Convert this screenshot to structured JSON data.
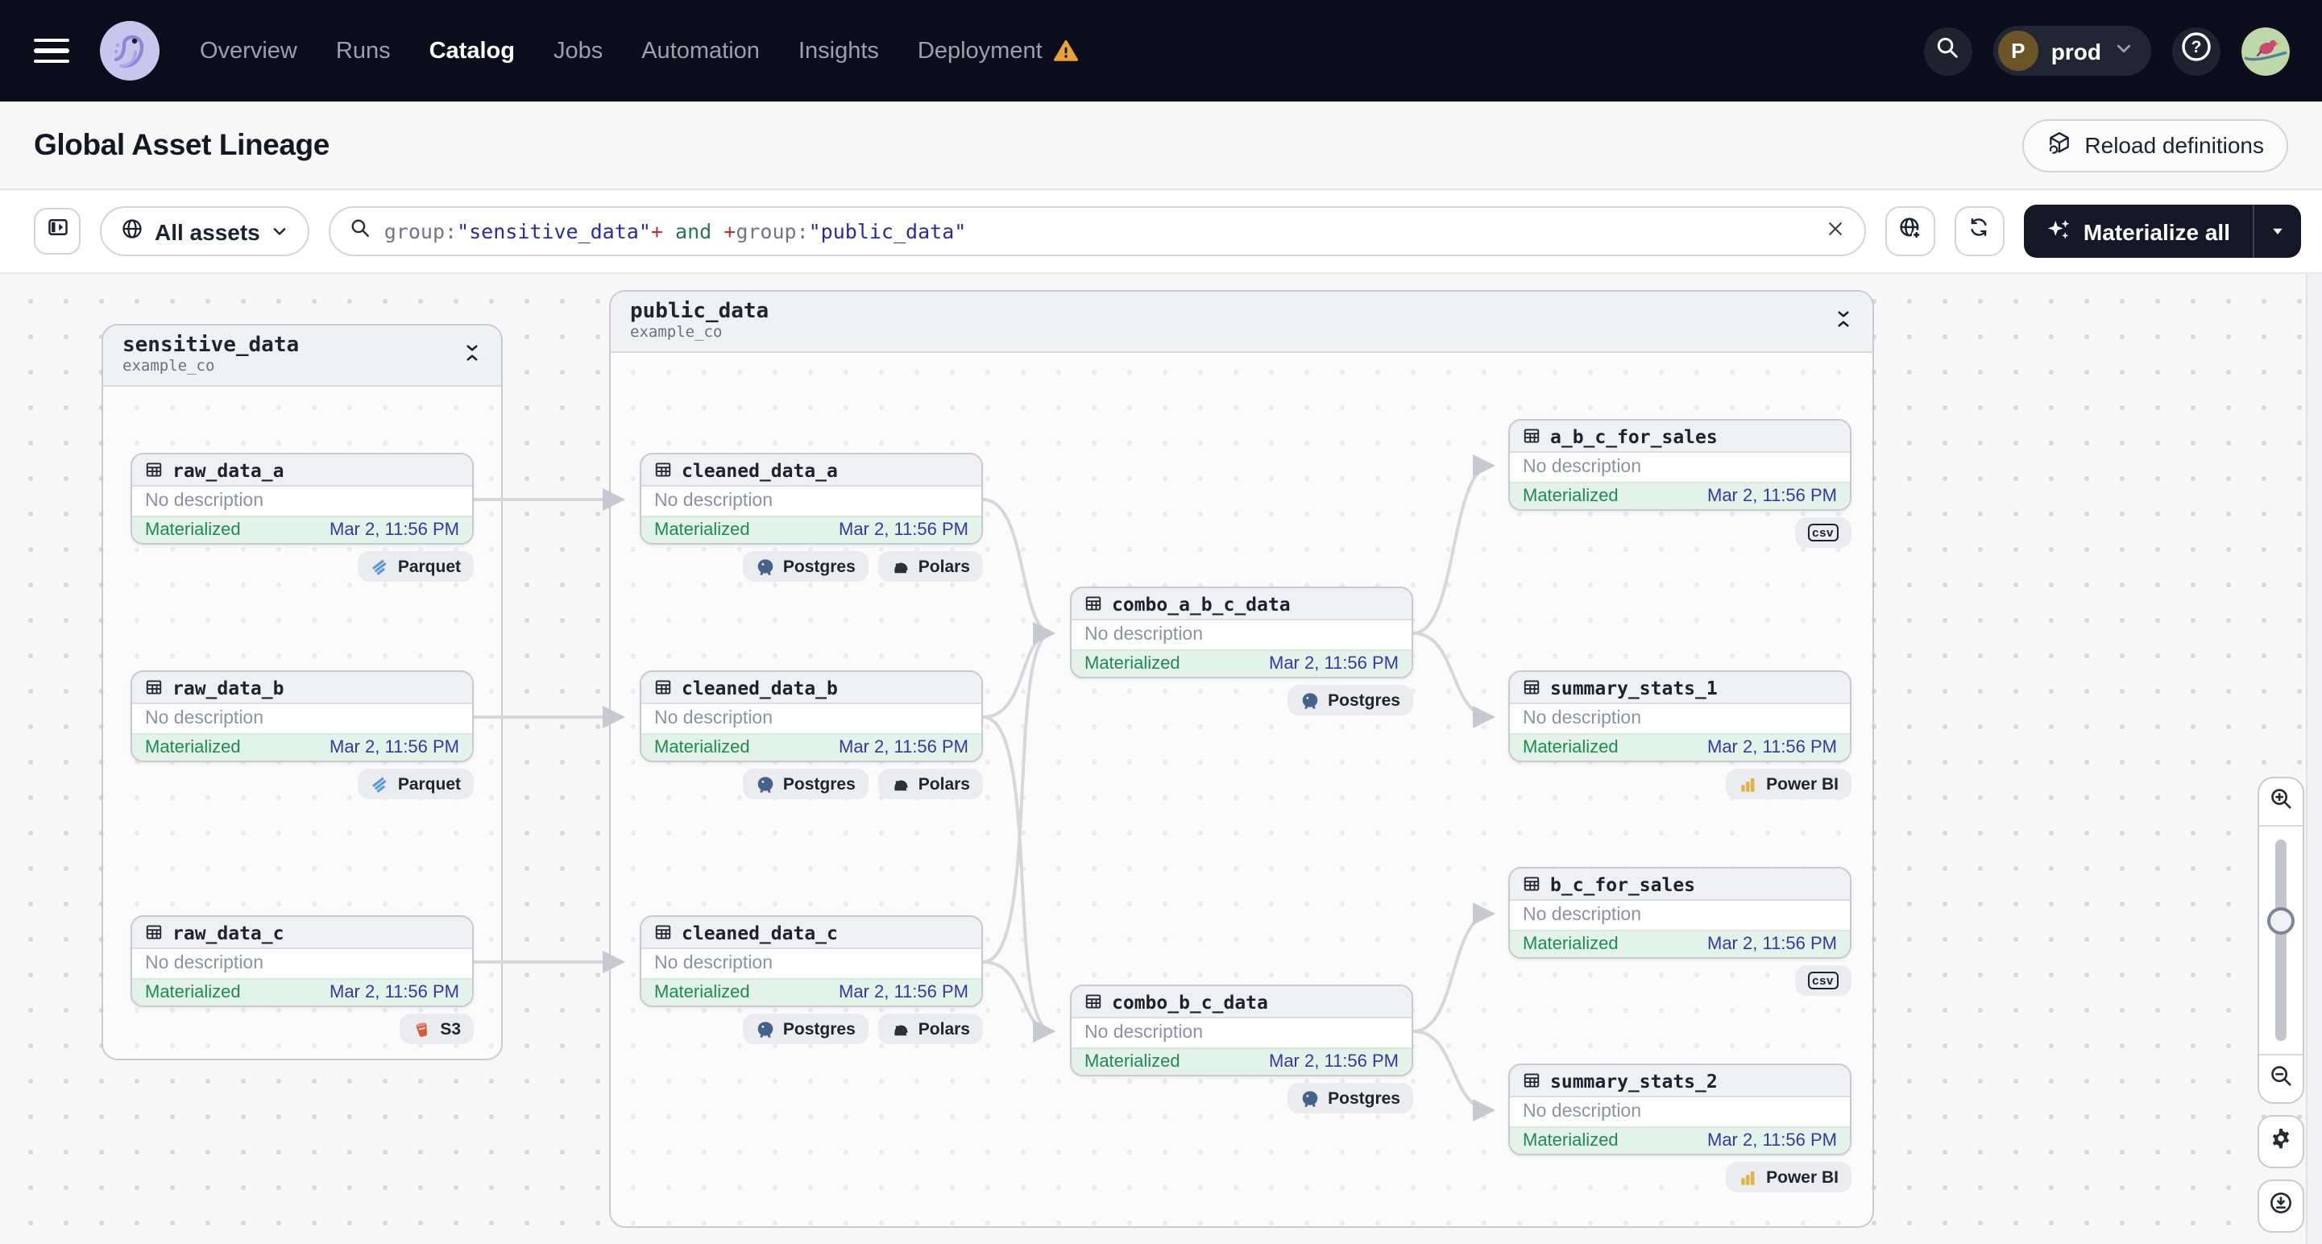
{
  "nav": {
    "items": [
      {
        "label": "Overview",
        "active": false,
        "warning": false
      },
      {
        "label": "Runs",
        "active": false,
        "warning": false
      },
      {
        "label": "Catalog",
        "active": true,
        "warning": false
      },
      {
        "label": "Jobs",
        "active": false,
        "warning": false
      },
      {
        "label": "Automation",
        "active": false,
        "warning": false
      },
      {
        "label": "Insights",
        "active": false,
        "warning": false
      },
      {
        "label": "Deployment",
        "active": false,
        "warning": true
      }
    ],
    "environment": {
      "initial": "P",
      "name": "prod"
    }
  },
  "header": {
    "title": "Global Asset Lineage",
    "reload_button": "Reload definitions"
  },
  "toolbar": {
    "asset_filter_label": "All assets",
    "materialize_label": "Materialize all",
    "search_tokens": [
      {
        "text": "group:",
        "type": "plain"
      },
      {
        "text": "\"sensitive_data\"",
        "type": "string"
      },
      {
        "text": "+",
        "type": "op"
      },
      {
        "text": " and ",
        "type": "keyword"
      },
      {
        "text": "+",
        "type": "op"
      },
      {
        "text": "group:",
        "type": "plain"
      },
      {
        "text": "\"public_data\"",
        "type": "string"
      }
    ]
  },
  "groups": [
    {
      "name": "sensitive_data",
      "repo": "example_co"
    },
    {
      "name": "public_data",
      "repo": "example_co"
    }
  ],
  "graph": {
    "nodes": [
      {
        "id": "raw_data_a",
        "name": "raw_data_a",
        "description": "No description",
        "status": "Materialized",
        "timestamp": "Mar 2, 11:56 PM",
        "badges": [
          {
            "label": "Parquet",
            "icon": "parquet-icon"
          }
        ]
      },
      {
        "id": "raw_data_b",
        "name": "raw_data_b",
        "description": "No description",
        "status": "Materialized",
        "timestamp": "Mar 2, 11:56 PM",
        "badges": [
          {
            "label": "Parquet",
            "icon": "parquet-icon"
          }
        ]
      },
      {
        "id": "raw_data_c",
        "name": "raw_data_c",
        "description": "No description",
        "status": "Materialized",
        "timestamp": "Mar 2, 11:56 PM",
        "badges": [
          {
            "label": "S3",
            "icon": "s3-icon"
          }
        ]
      },
      {
        "id": "cleaned_data_a",
        "name": "cleaned_data_a",
        "description": "No description",
        "status": "Materialized",
        "timestamp": "Mar 2, 11:56 PM",
        "badges": [
          {
            "label": "Postgres",
            "icon": "postgres-icon"
          },
          {
            "label": "Polars",
            "icon": "polars-icon"
          }
        ]
      },
      {
        "id": "cleaned_data_b",
        "name": "cleaned_data_b",
        "description": "No description",
        "status": "Materialized",
        "timestamp": "Mar 2, 11:56 PM",
        "badges": [
          {
            "label": "Postgres",
            "icon": "postgres-icon"
          },
          {
            "label": "Polars",
            "icon": "polars-icon"
          }
        ]
      },
      {
        "id": "cleaned_data_c",
        "name": "cleaned_data_c",
        "description": "No description",
        "status": "Materialized",
        "timestamp": "Mar 2, 11:56 PM",
        "badges": [
          {
            "label": "Postgres",
            "icon": "postgres-icon"
          },
          {
            "label": "Polars",
            "icon": "polars-icon"
          }
        ]
      },
      {
        "id": "combo_a_b_c_data",
        "name": "combo_a_b_c_data",
        "description": "No description",
        "status": "Materialized",
        "timestamp": "Mar 2, 11:56 PM",
        "badges": [
          {
            "label": "Postgres",
            "icon": "postgres-icon"
          }
        ]
      },
      {
        "id": "combo_b_c_data",
        "name": "combo_b_c_data",
        "description": "No description",
        "status": "Materialized",
        "timestamp": "Mar 2, 11:56 PM",
        "badges": [
          {
            "label": "Postgres",
            "icon": "postgres-icon"
          }
        ]
      },
      {
        "id": "a_b_c_for_sales",
        "name": "a_b_c_for_sales",
        "description": "No description",
        "status": "Materialized",
        "timestamp": "Mar 2, 11:56 PM",
        "badges": [
          {
            "label": "csv",
            "icon": "csv-icon"
          }
        ]
      },
      {
        "id": "summary_stats_1",
        "name": "summary_stats_1",
        "description": "No description",
        "status": "Materialized",
        "timestamp": "Mar 2, 11:56 PM",
        "badges": [
          {
            "label": "Power BI",
            "icon": "powerbi-icon"
          }
        ]
      },
      {
        "id": "b_c_for_sales",
        "name": "b_c_for_sales",
        "description": "No description",
        "status": "Materialized",
        "timestamp": "Mar 2, 11:56 PM",
        "badges": [
          {
            "label": "csv",
            "icon": "csv-icon"
          }
        ]
      },
      {
        "id": "summary_stats_2",
        "name": "summary_stats_2",
        "description": "No description",
        "status": "Materialized",
        "timestamp": "Mar 2, 11:56 PM",
        "badges": [
          {
            "label": "Power BI",
            "icon": "powerbi-icon"
          }
        ]
      }
    ]
  },
  "colors": {
    "status_green": "#1f8a52",
    "timestamp_indigo": "#3737a6",
    "warning_orange": "#e9a23b",
    "topbar": "#0b0e1a",
    "materialize_button": "#141826"
  }
}
